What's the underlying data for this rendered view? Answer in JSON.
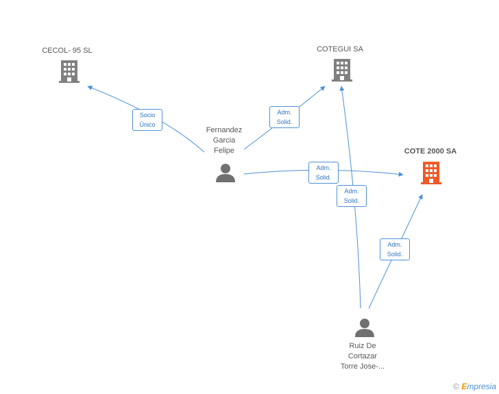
{
  "colors": {
    "edge": "#4a90d9",
    "company": "#808080",
    "company_main": "#f05a28",
    "person": "#707070"
  },
  "nodes": {
    "cecol": {
      "label": "CECOL- 95 SL",
      "kind": "company"
    },
    "cotegui": {
      "label": "COTEGUI SA",
      "kind": "company"
    },
    "cote2000": {
      "label": "COTE 2000 SA",
      "kind": "company-main"
    },
    "fernandez": {
      "label": [
        "Fernandez",
        "Garcia",
        "Felipe"
      ],
      "kind": "person"
    },
    "ruiz": {
      "label": [
        "Ruiz De",
        "Cortazar",
        "Torre Jose-..."
      ],
      "kind": "person"
    }
  },
  "edges": {
    "e1": {
      "from": "fernandez",
      "to": "cecol",
      "label": [
        "Socio",
        "Único"
      ]
    },
    "e2": {
      "from": "fernandez",
      "to": "cotegui",
      "label": [
        "Adm.",
        "Solid."
      ]
    },
    "e3": {
      "from": "fernandez",
      "to": "cote2000",
      "label": [
        "Adm.",
        "Solid."
      ]
    },
    "e4": {
      "from": "ruiz",
      "to": "cotegui",
      "label": [
        "Adm.",
        "Solid."
      ]
    },
    "e5": {
      "from": "ruiz",
      "to": "cote2000",
      "label": [
        "Adm.",
        "Solid."
      ]
    }
  },
  "footer": {
    "copyright": "©",
    "brand_first": "E",
    "brand_rest": "mpresia"
  }
}
